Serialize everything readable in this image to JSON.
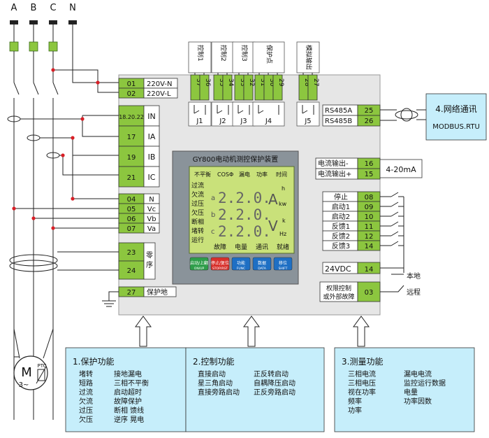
{
  "phases": [
    "A",
    "B",
    "C",
    "N"
  ],
  "power_terminals": [
    {
      "num": "01",
      "label": "220V-N"
    },
    {
      "num": "02",
      "label": "220V-L"
    }
  ],
  "ct_terminals": [
    {
      "num": "18.20.22",
      "label": "IN"
    },
    {
      "num": "17",
      "label": "IA"
    },
    {
      "num": "19",
      "label": "IB"
    },
    {
      "num": "21",
      "label": "IC"
    }
  ],
  "voltage_terminals": [
    {
      "num": "04",
      "label": "N"
    },
    {
      "num": "05",
      "label": "Vc"
    },
    {
      "num": "06",
      "label": "Vb"
    },
    {
      "num": "07",
      "label": "Va"
    }
  ],
  "zero_seq": {
    "nums": [
      "23",
      "24"
    ],
    "label": "零序"
  },
  "ground": {
    "num": "27",
    "label": "保护地"
  },
  "relays": [
    {
      "title": "控制1",
      "nums": [
        "37",
        "36"
      ],
      "jlabel": "J1"
    },
    {
      "title": "控制2",
      "nums": [
        "35",
        "34"
      ],
      "jlabel": "J2"
    },
    {
      "title": "控制3",
      "nums": [
        "33",
        "32"
      ],
      "jlabel": "J3"
    },
    {
      "title": "保护点",
      "nums": [
        "31",
        "30",
        "29"
      ],
      "jlabel": "J4"
    },
    {
      "title": "模拟输出",
      "nums": [
        "28",
        "27"
      ],
      "jlabel": "J5"
    }
  ],
  "rs485": [
    {
      "label": "RS485A",
      "num": "25"
    },
    {
      "label": "RS485B",
      "num": "26"
    }
  ],
  "network": {
    "title": "4.网络通讯",
    "protocol": "MODBUS.RTU"
  },
  "analog_out": [
    {
      "label": "电流输出-",
      "num": "16"
    },
    {
      "label": "电流输出+",
      "num": "15"
    }
  ],
  "analog_range": "4-20mA",
  "inputs": [
    {
      "label": "停止",
      "num": "08"
    },
    {
      "label": "启动1",
      "num": "09"
    },
    {
      "label": "启动2",
      "num": "10"
    },
    {
      "label": "反馈1",
      "num": "11"
    },
    {
      "label": "反馈2",
      "num": "12"
    },
    {
      "label": "反馈3",
      "num": "14"
    }
  ],
  "dc24": {
    "label": "24VDC",
    "num": "14"
  },
  "remote_ctrl": {
    "line1": "权限控制",
    "line2": "或外部故障",
    "num": "03"
  },
  "switch_labels": {
    "local": "本地",
    "remote": "远程"
  },
  "device": {
    "title": "GY800电动机测控保护装置",
    "lcd_top": [
      "不平衡",
      "COSΦ",
      "漏电",
      "功率",
      "时间"
    ],
    "lcd_left": [
      "过流",
      "欠流",
      "过压",
      "欠压",
      "断相",
      "堵转",
      "运行"
    ],
    "lcd_bottom": [
      "故障",
      "电量",
      "通讯",
      "就绪"
    ],
    "lcd_rows": [
      {
        "phase": "a",
        "value": "2.2.0."
      },
      {
        "phase": "b",
        "value": "2.2.0."
      },
      {
        "phase": "c",
        "value": "2.2.0."
      }
    ],
    "lcd_units_big": [
      "A",
      "V"
    ],
    "lcd_units_small": [
      "h",
      "kw",
      "k",
      "Hz"
    ],
    "buttons": [
      {
        "cn": "启动/上翻",
        "en": "ON/UP",
        "color": "#2e9e4a"
      },
      {
        "cn": "停止/复位",
        "en": "STOP/RST",
        "color": "#d8312c"
      },
      {
        "cn": "功能",
        "en": "FUNC",
        "color": "#1e6fc4"
      },
      {
        "cn": "数据",
        "en": "DATA",
        "color": "#1e6fc4"
      },
      {
        "cn": "移位",
        "en": "SHIFT",
        "color": "#1e6fc4"
      }
    ]
  },
  "motor": {
    "label": "M",
    "sub": "3~",
    "ptc": "PTC"
  },
  "panels": [
    {
      "title": "1.保护功能",
      "col1": [
        "堵转",
        "短路",
        "过流",
        "欠流",
        "过压",
        "欠压"
      ],
      "col2": [
        "接地漏电",
        "三相不平衡",
        "启动超时",
        "故障保护",
        "断相 馈线",
        "逆序 晃电"
      ]
    },
    {
      "title": "2.控制功能",
      "col1": [
        "直接启动",
        "星三角启动",
        "直接旁路启动"
      ],
      "col2": [
        "正反转启动",
        "自耦降压启动",
        "正反旁路启动"
      ]
    },
    {
      "title": "3.测量功能",
      "col1": [
        "三相电流",
        "三相电压",
        "视在功率",
        "频率",
        "功率"
      ],
      "col2": [
        "漏电电流",
        "监控运行数据",
        "电量",
        "功率因数"
      ]
    }
  ],
  "colors": {
    "green": "#8cc63f",
    "panel_bg": "#e6e6e6",
    "info_bg": "#c6eefb",
    "dot": "#d81f26",
    "lcd": "#c9e17a"
  }
}
